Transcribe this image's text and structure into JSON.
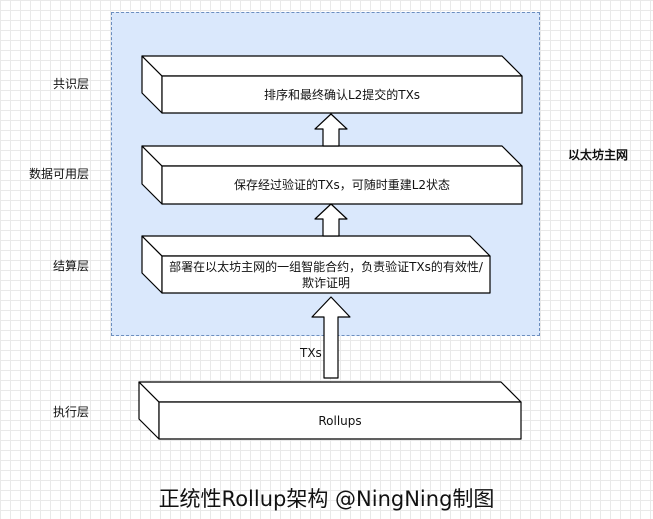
{
  "layer_labels": {
    "consensus": "共识层",
    "data_availability": "数据可用层",
    "settlement": "结算层",
    "execution": "执行层"
  },
  "mainnet_label": "以太坊主网",
  "blocks": {
    "consensus": "排序和最终确认L2提交的TXs",
    "data_availability": "保存经过验证的TXs，可随时重建L2状态",
    "settlement": "部署在以太坊主网的一组智能合约，负责验证TXs的有效性/欺诈证明",
    "execution": "Rollups"
  },
  "tx_label": "TXs",
  "caption": "正统性Rollup架构 @NingNing制图"
}
